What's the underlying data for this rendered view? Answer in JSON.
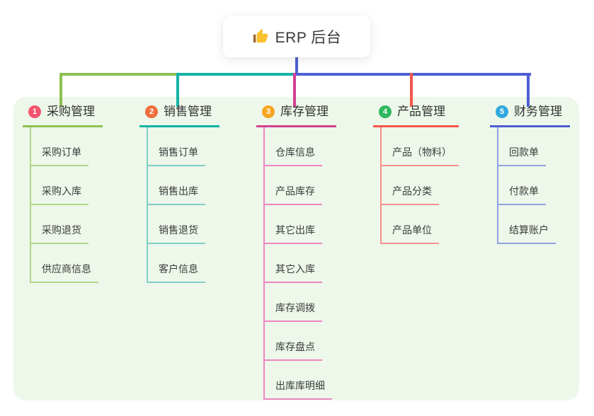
{
  "root": {
    "label": "ERP 后台",
    "icon": "thumbs-up",
    "trunk_color": "#4d5fd3"
  },
  "canvas": {
    "panel_color": "#edf7ea",
    "background": "#ffffff"
  },
  "branches": [
    {
      "index": "1",
      "label": "采购管理",
      "color": "#8cc152",
      "light_color": "#b3d886",
      "badge_color": "#f1556e",
      "children": [
        "采购订单",
        "采购入库",
        "采购退货",
        "供应商信息"
      ]
    },
    {
      "index": "2",
      "label": "销售管理",
      "color": "#12b3a6",
      "light_color": "#7ed0c6",
      "badge_color": "#ee6e3c",
      "children": [
        "销售订单",
        "销售出库",
        "销售退货",
        "客户信息"
      ]
    },
    {
      "index": "3",
      "label": "库存管理",
      "color": "#d23f92",
      "light_color": "#ef86c0",
      "badge_color": "#f6a623",
      "children": [
        "仓库信息",
        "产品库存",
        "其它出库",
        "其它入库",
        "库存调拨",
        "库存盘点",
        "出库库明细"
      ]
    },
    {
      "index": "4",
      "label": "产品管理",
      "color": "#f4564a",
      "light_color": "#f79189",
      "badge_color": "#2eb75f",
      "children": [
        "产品（物料）",
        "产品分类",
        "产品单位"
      ]
    },
    {
      "index": "5",
      "label": "财务管理",
      "color": "#4d5fd3",
      "light_color": "#8ea3e2",
      "badge_color": "#31a9e0",
      "children": [
        "回款单",
        "付款单",
        "结算账户"
      ]
    }
  ]
}
